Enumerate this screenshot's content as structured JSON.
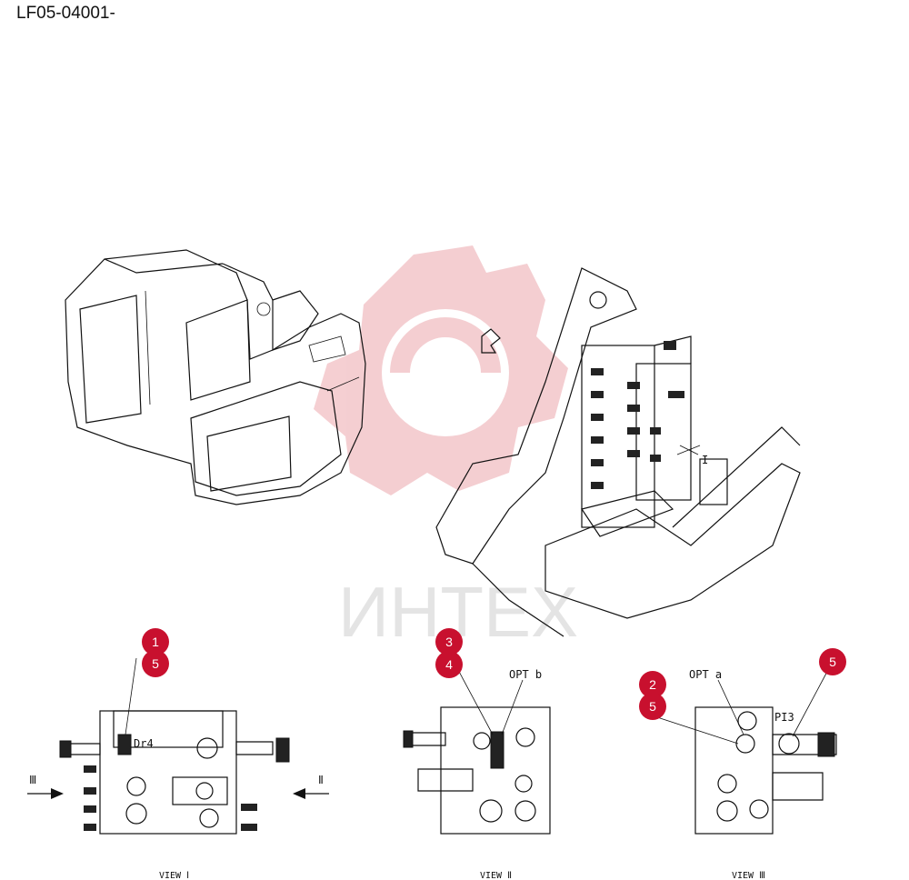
{
  "document": {
    "code": "LF05-04001-"
  },
  "watermark": {
    "text": "ИНТЕХ",
    "color": "#e8a0a6"
  },
  "accent_color": "#c8102e",
  "callouts": [
    {
      "id": "c1",
      "label": "1"
    },
    {
      "id": "c5a",
      "label": "5"
    },
    {
      "id": "c3",
      "label": "3"
    },
    {
      "id": "c4",
      "label": "4"
    },
    {
      "id": "c2",
      "label": "2"
    },
    {
      "id": "c5b",
      "label": "5"
    },
    {
      "id": "c5c",
      "label": "5"
    }
  ],
  "labels": {
    "dr4": "Dr4",
    "opt_b": "OPT b",
    "opt_a": "OPT a",
    "pi3": "PI3",
    "arrow_iii": "Ⅲ",
    "arrow_ii": "Ⅱ",
    "arrow_i": "I"
  },
  "views": [
    {
      "label": "VIEW Ⅰ"
    },
    {
      "label": "VIEW Ⅱ"
    },
    {
      "label": "VIEW Ⅲ"
    }
  ]
}
